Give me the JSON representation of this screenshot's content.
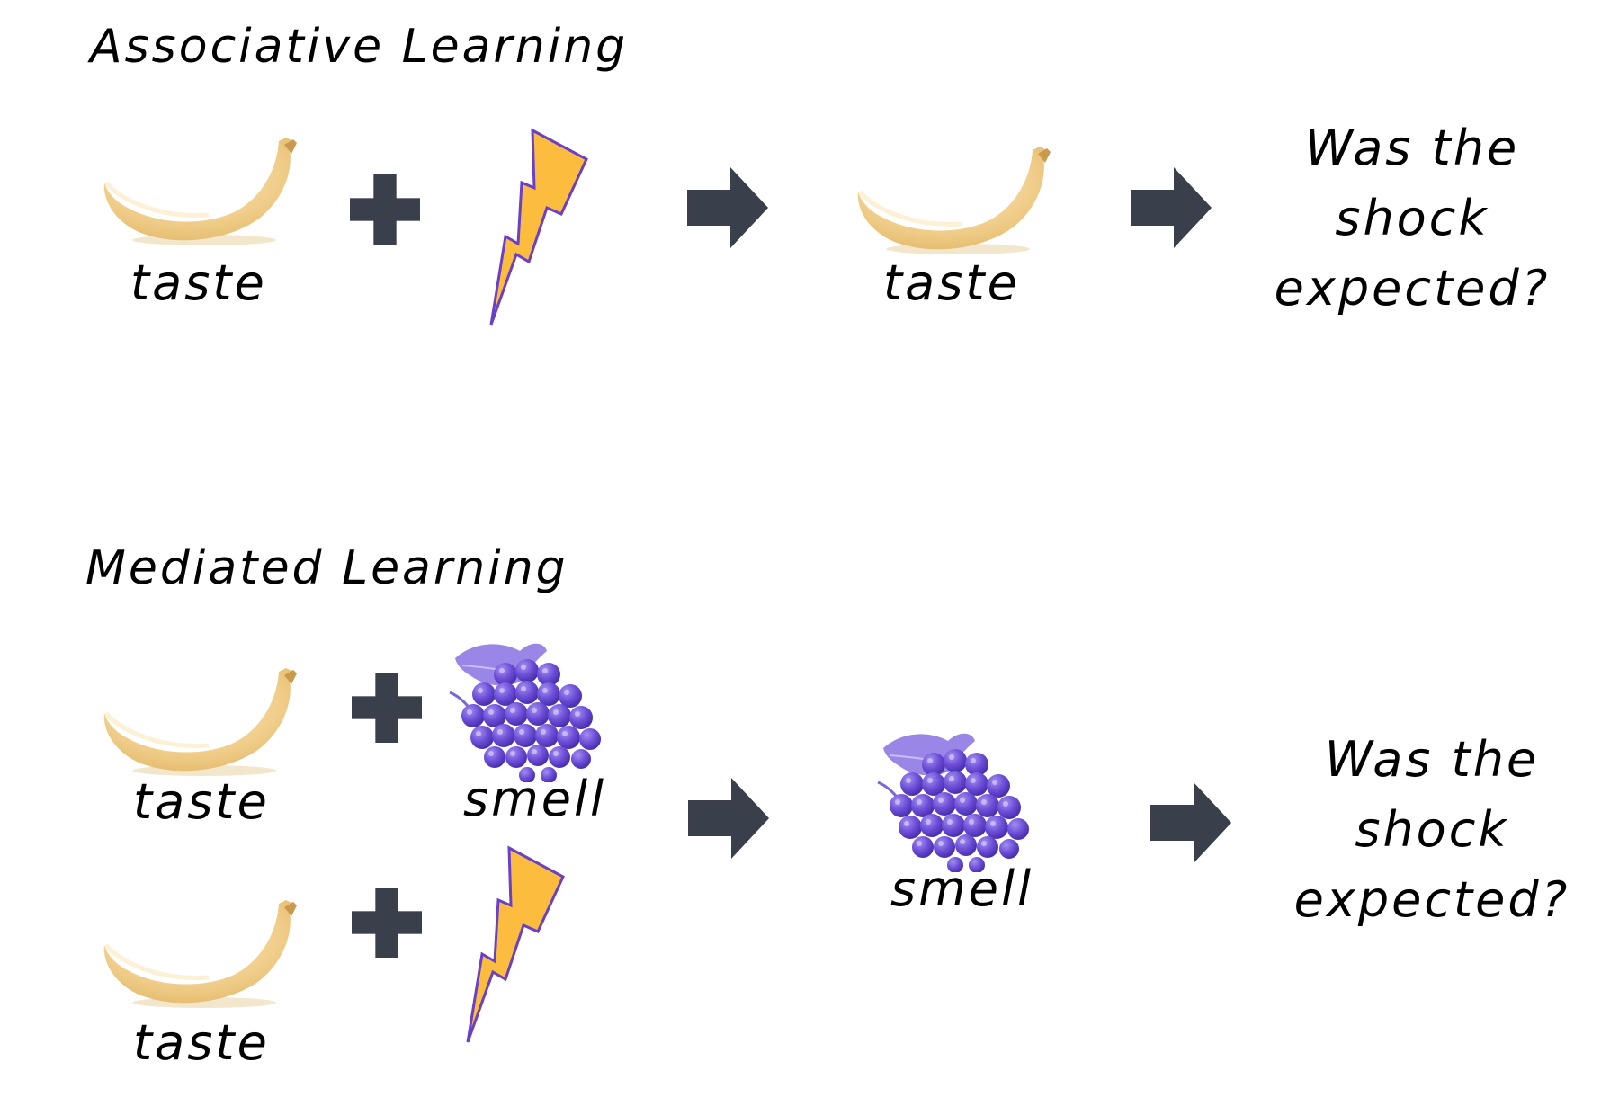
{
  "sections": {
    "associative": {
      "title": "Associative Learning",
      "labels": {
        "taste_1": "taste",
        "taste_2": "taste"
      },
      "question": {
        "line1": "Was the",
        "line2": "shock",
        "line3": "expected?"
      }
    },
    "mediated": {
      "title": "Mediated Learning",
      "labels": {
        "taste_1": "taste",
        "smell_1": "smell",
        "taste_2": "taste",
        "smell_2": "smell"
      },
      "question": {
        "line1": "Was the",
        "line2": "shock",
        "line3": "expected?"
      }
    }
  },
  "colors": {
    "icon_dark": "#3a3f4c",
    "banana_light": "#f4d9a0",
    "banana_dark": "#e6bf72",
    "shock_fill": "#fcbd3e",
    "shock_stroke": "#6a3fc9",
    "grape_fill": "#6e50d9",
    "leaf_fill": "#9a86e6"
  },
  "icons": {
    "banana": "banana-icon",
    "plus": "plus-icon",
    "arrow": "arrow-right-icon",
    "shock": "lightning-icon",
    "grapes": "grapes-icon"
  }
}
